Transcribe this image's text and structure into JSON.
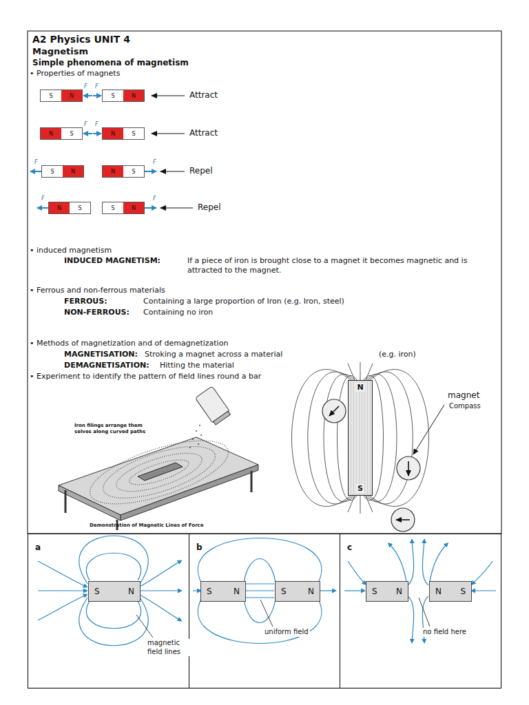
{
  "diagram": {
    "title": "A2 Physics UNIT 4",
    "nodes": [
      {
        "text": [
          "S",
          "N"
        ]
      },
      {
        "text": [
          "S",
          "N"
        ]
      },
      {
        "text": [
          "N",
          "S"
        ]
      },
      {
        "text": [
          "N",
          "S"
        ]
      },
      {
        "text": [
          "S",
          "N"
        ]
      },
      {
        "text": [
          "N",
          "S"
        ]
      },
      {
        "text": [
          "N",
          "S"
        ]
      },
      {
        "text": [
          "S",
          "N"
        ]
      },
      {
        "text": [
          "N",
          "S"
        ]
      },
      {
        "text": [
          "a"
        ]
      },
      {
        "text": [
          "S",
          "N"
        ],
        "in": 9
      },
      {
        "text": [
          "b"
        ]
      },
      {
        "text": [
          "S",
          "N"
        ],
        "in": 11
      },
      {
        "text": [
          "S",
          "N"
        ],
        "in": 11
      },
      {
        "text": [
          "c"
        ]
      },
      {
        "text": [
          "S",
          "N"
        ],
        "in": 14
      },
      {
        "text": [
          "N",
          "S"
        ],
        "in": 14
      }
    ],
    "labels": [
      "Magnetism",
      "Simple phenomena of magnetism",
      "• Properties of magnets",
      "F",
      "F",
      "Attract",
      "F",
      "F",
      "Attract",
      "F",
      "F",
      "Repel",
      "F",
      "F",
      "Repel",
      "• induced magnetism",
      "INDUCED MAGNETISM:",
      "If a piece of iron is brought close to a magnet it becomes magnetic and is attracted to the magnet.",
      "• Ferrous and non-ferrous materials",
      "FERROUS:",
      "Containing a large proportion of Iron (e.g. Iron, steel)",
      "NON-FERROUS:",
      "Containing no iron",
      "• Methods of magnetization and of demagnetization",
      "MAGNETISATION:",
      "Stroking a magnet across a material",
      "(e.g. iron)",
      "DEMAGNETISATION:",
      "Hitting the material",
      "• Experiment to identify the pattern of field lines round a bar",
      "magnet",
      "Compass",
      "Iron filings arrange them selves along curved paths",
      "Demonstration of Magnetic Lines of Force",
      "magnetic field lines",
      "uniform field",
      "no field here"
    ]
  }
}
